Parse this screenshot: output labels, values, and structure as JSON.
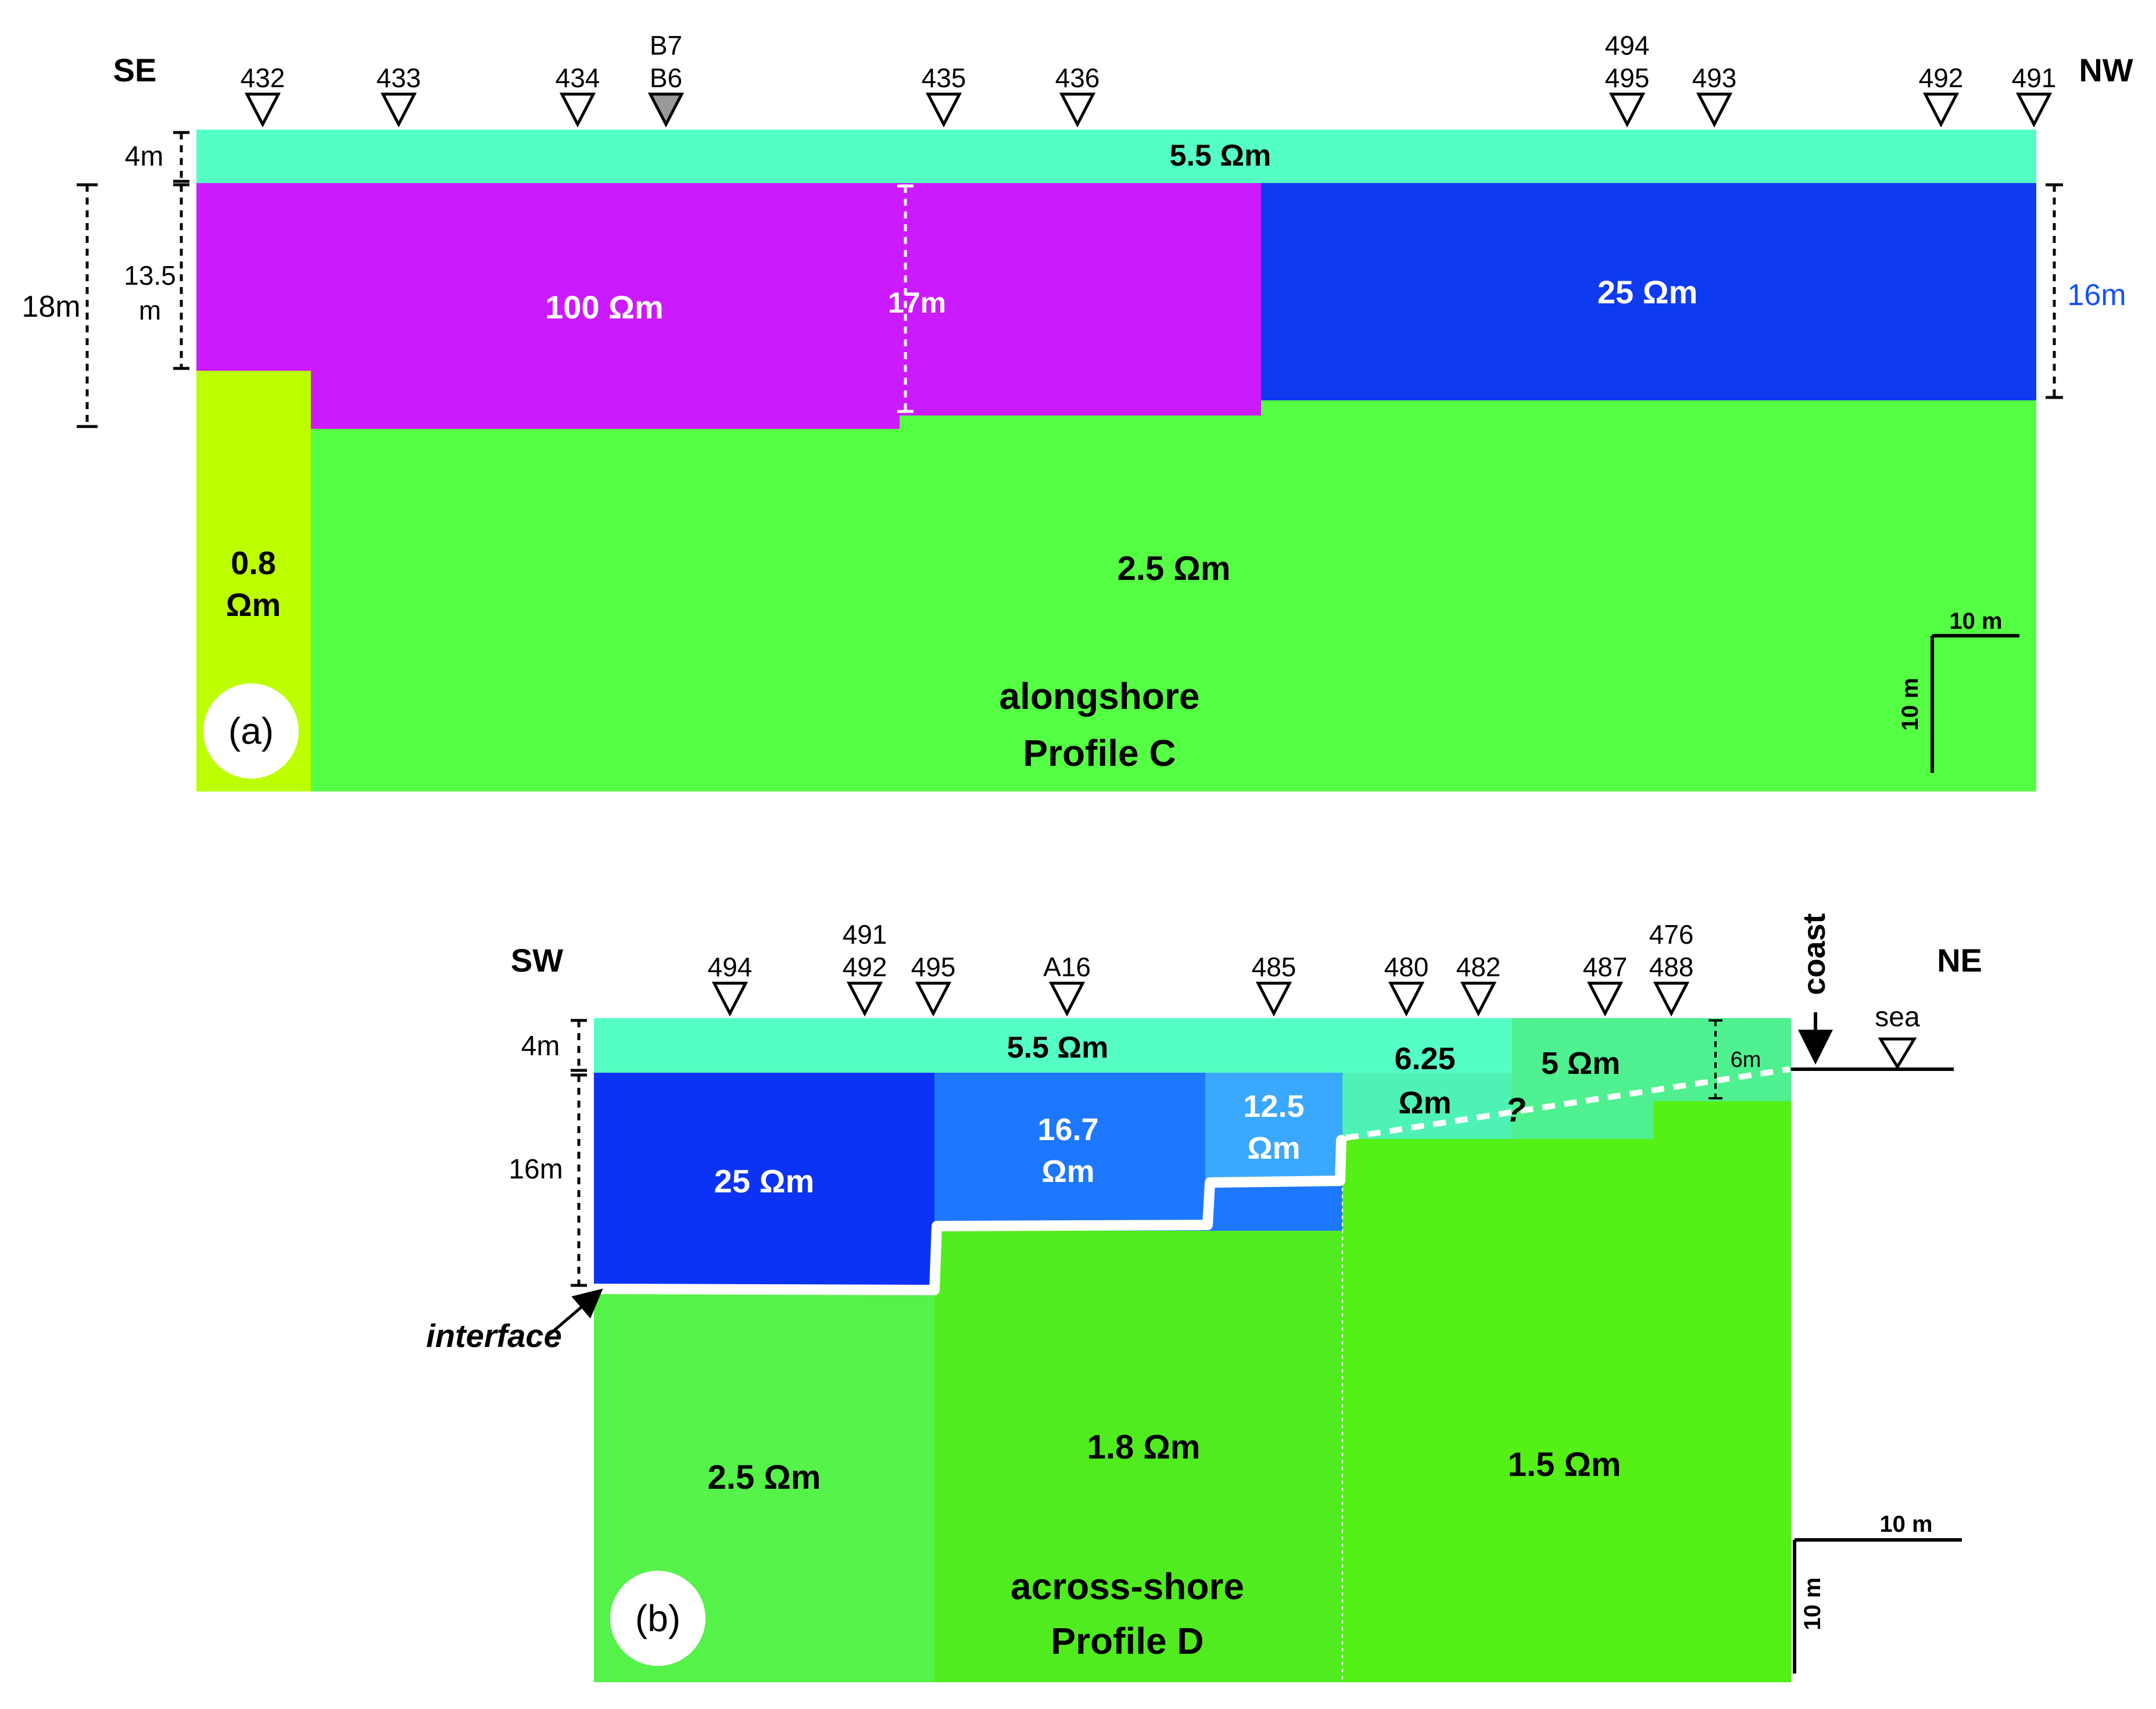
{
  "colors": {
    "layer_top": "#55ffc4",
    "layer_magenta": "#cc1aff",
    "layer_blue_a": "#0e3af0",
    "layer_green_a": "#55ff44",
    "layer_yellow": "#bbff00",
    "layer_blue_b": "#0c33f5",
    "layer_mid_blue": "#1e78ff",
    "layer_light_blue": "#3aa8ff",
    "layer_teal_b": "#4df2b4",
    "layer_sea_green": "#4ff08f",
    "layer_green_b1": "#55f24a",
    "layer_green_b2": "#50ec20",
    "layer_green_b3": "#55f016",
    "thickness_blue": "#1550ff",
    "station_open": "#ffffff",
    "station_filled": "#999999",
    "interface": "#ffffff"
  },
  "panel_a": {
    "direction_left": "SE",
    "direction_right": "NW",
    "panel_label": "(a)",
    "profile_title_line1": "alongshore",
    "profile_title_line2": "Profile C",
    "stations": [
      {
        "label1": "432",
        "label2": "",
        "filled": false
      },
      {
        "label1": "433",
        "label2": "",
        "filled": false
      },
      {
        "label1": "434",
        "label2": "",
        "filled": false
      },
      {
        "label1": "B7",
        "label2": "B6",
        "filled": true
      },
      {
        "label1": "435",
        "label2": "",
        "filled": false
      },
      {
        "label1": "436",
        "label2": "",
        "filled": false
      },
      {
        "label1": "494",
        "label2": "495",
        "filled": false
      },
      {
        "label1": "493",
        "label2": "",
        "filled": false
      },
      {
        "label1": "492",
        "label2": "",
        "filled": false
      },
      {
        "label1": "491",
        "label2": "",
        "filled": false
      }
    ],
    "layers": {
      "top": "5.5 Ωm",
      "magenta": "100 Ωm",
      "blue": "25 Ωm",
      "yellow_line1": "0.8",
      "yellow_line2": "Ωm",
      "base": "2.5 Ωm"
    },
    "thickness": {
      "top": "4m",
      "upper_line1": "13.5",
      "upper_line2": "m",
      "total": "18m",
      "middle": "17m",
      "right": "16m"
    },
    "scale": {
      "horizontal": "10 m",
      "vertical": "10 m"
    }
  },
  "panel_b": {
    "direction_left": "SW",
    "direction_right": "NE",
    "panel_label": "(b)",
    "profile_title_line1": "across-shore",
    "profile_title_line2": "Profile D",
    "stations": [
      {
        "label1": "494",
        "label2": ""
      },
      {
        "label1": "491",
        "label2": "492"
      },
      {
        "label1": "495",
        "label2": ""
      },
      {
        "label1": "A16",
        "label2": ""
      },
      {
        "label1": "485",
        "label2": ""
      },
      {
        "label1": "480",
        "label2": ""
      },
      {
        "label1": "482",
        "label2": ""
      },
      {
        "label1": "487",
        "label2": ""
      },
      {
        "label1": "476",
        "label2": "488"
      }
    ],
    "sea_label": "sea",
    "coast_label": "coast",
    "layers": {
      "top": "5.5 Ωm",
      "blue": "25 Ωm",
      "mid_line1": "16.7",
      "mid_line2": "Ωm",
      "light_line1": "12.5",
      "light_line2": "Ωm",
      "teal_line1": "6.25",
      "teal_line2": "Ωm",
      "seagreen": "5 Ωm",
      "question": "?",
      "base1": "2.5 Ωm",
      "base2": "1.8 Ωm",
      "base3": "1.5 Ωm"
    },
    "thickness": {
      "top": "4m",
      "upper": "16m",
      "right": "6m"
    },
    "interface_label": "interface",
    "scale": {
      "horizontal": "10 m",
      "vertical": "10 m"
    }
  }
}
